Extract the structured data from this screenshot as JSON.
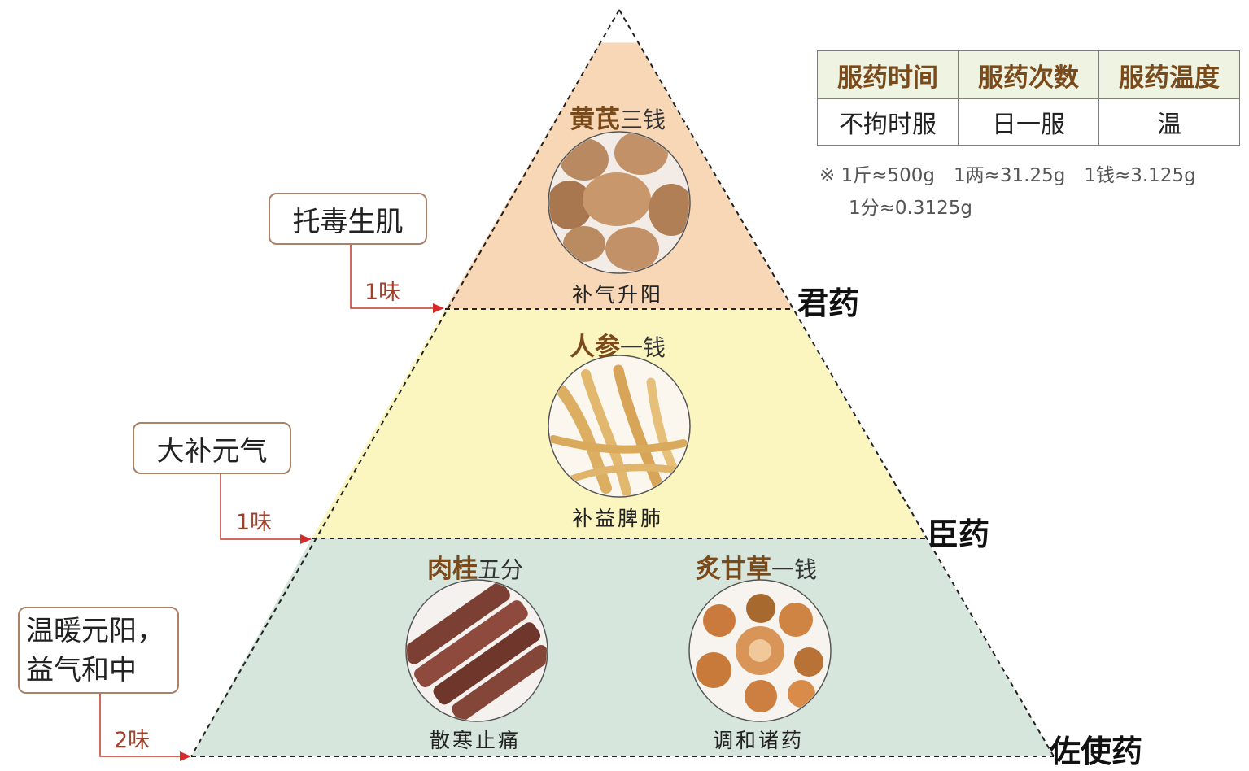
{
  "table": {
    "headers": [
      "服药时间",
      "服药次数",
      "服药温度"
    ],
    "values": [
      "不拘时服",
      "日一服",
      "温"
    ]
  },
  "note": {
    "line1": "※ 1斤≈500g　1两≈31.25g　1钱≈3.125g",
    "line2": "1分≈0.3125g"
  },
  "tiers": [
    {
      "name": "君药",
      "function": "托毒生肌",
      "count": "1味",
      "color": "#f8d7b6",
      "herbs": [
        {
          "name": "黄芪",
          "dose": "三钱",
          "effect": "补气升阳",
          "icon": "astragalus-slices-icon"
        }
      ]
    },
    {
      "name": "臣药",
      "function": "大补元气",
      "count": "1味",
      "color": "#fbf5c0",
      "herbs": [
        {
          "name": "人参",
          "dose": "一钱",
          "effect": "补益脾肺",
          "icon": "ginseng-roots-icon"
        }
      ]
    },
    {
      "name": "佐使药",
      "function_line1": "温暖元阳，",
      "function_line2": "益气和中",
      "count": "2味",
      "color": "#d6e6dd",
      "herbs": [
        {
          "name": "肉桂",
          "dose": "五分",
          "effect": "散寒止痛",
          "icon": "cinnamon-bark-icon"
        },
        {
          "name": "炙甘草",
          "dose": "一钱",
          "effect": "调和诸药",
          "icon": "licorice-slices-icon"
        }
      ]
    }
  ],
  "colors": {
    "arrow": "#d42b2b",
    "connector": "#c0392b",
    "box_border": "#a9826a"
  }
}
